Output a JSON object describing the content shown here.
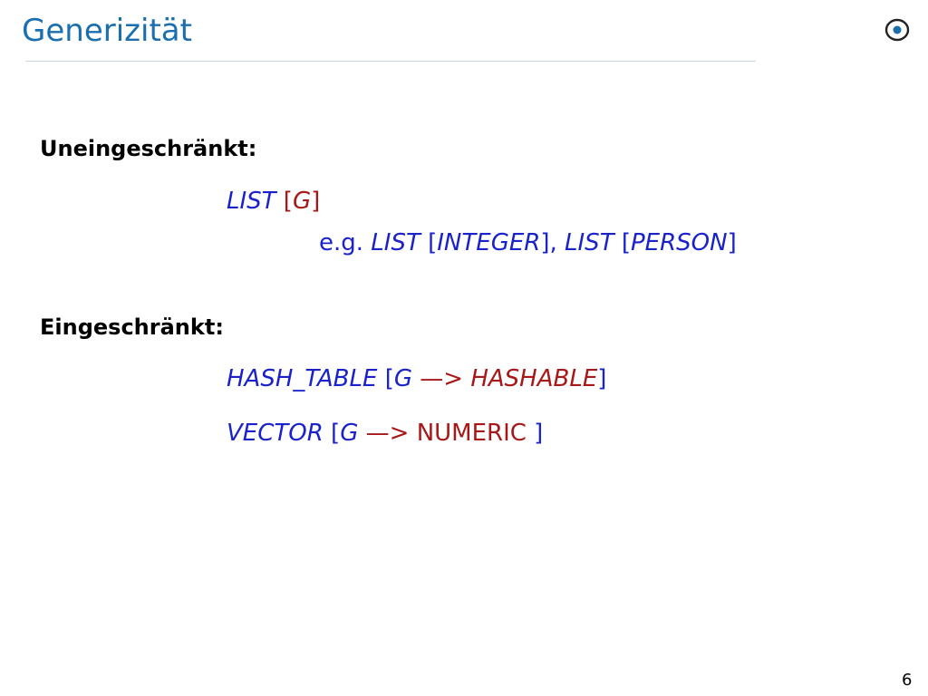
{
  "slide": {
    "title": "Generizität",
    "number": "6"
  },
  "sections": {
    "unconstrained": {
      "heading": "Uneingeschränkt:",
      "line1": {
        "type": "LIST",
        "open": " [",
        "param": "G",
        "close": "]"
      },
      "example": {
        "prefix": "e.g. ",
        "t1": "LIST",
        "o1": " [",
        "p1": "INTEGER",
        "c1": "], ",
        "t2": "LIST",
        "o2": " [",
        "p2": "PERSON",
        "c2": "]"
      }
    },
    "constrained": {
      "heading": "Eingeschränkt:",
      "line1": {
        "type": "HASH_TABLE",
        "open": " [",
        "param": "G",
        "arrow": " —> ",
        "constraint": "HASHABLE",
        "close": "]"
      },
      "line2": {
        "type": "VECTOR",
        "open": " [",
        "param": "G",
        "arrow": " —> ",
        "constraint": "NUMERIC",
        "close": " ]"
      }
    }
  },
  "colors": {
    "title": "#1a6faf",
    "code_blue": "#1a22cc",
    "code_red": "#a81818"
  },
  "icons": {
    "logo": "eth-logo-icon"
  }
}
